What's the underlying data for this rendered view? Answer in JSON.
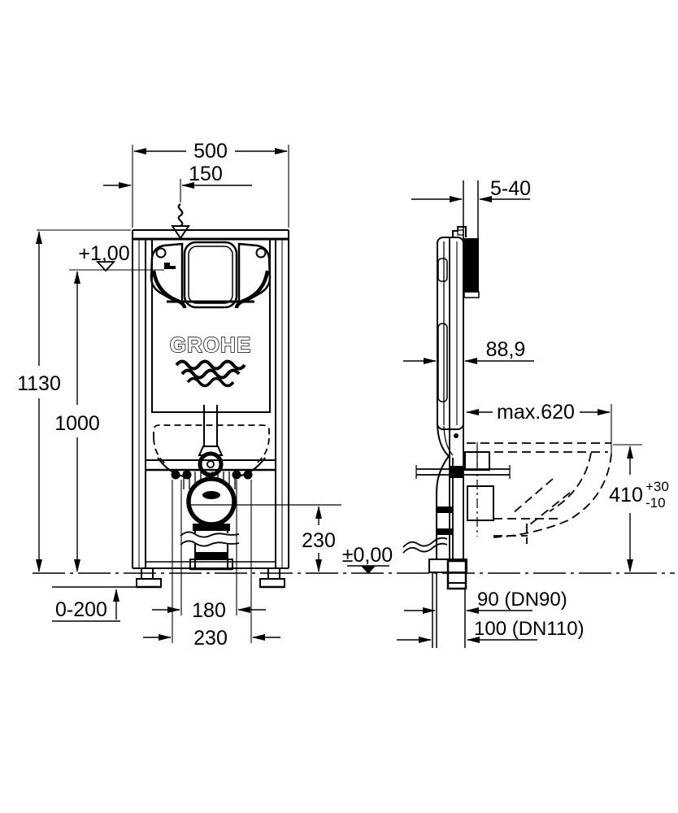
{
  "drawing": {
    "brand_logo": "GROHE",
    "colors": {
      "line": "#000000",
      "background": "#ffffff"
    },
    "front_view": {
      "dim_width": "500",
      "dim_inlet_offset": "150",
      "dim_total_height": "1130",
      "dim_panel_height": "1000",
      "level_upper": "+1,00",
      "dim_foot_adjust": "0-200",
      "dim_fixing_inner": "180",
      "dim_fixing_outer": "230",
      "dim_outlet_height": "230"
    },
    "side_view": {
      "dim_wall_thickness": "5-40",
      "dim_frame_depth": "88,9",
      "dim_max_depth": "max.620",
      "dim_bowl_height": "410",
      "dim_bowl_height_tol_plus": "+30",
      "dim_bowl_height_tol_minus": "-10",
      "level_floor": "±0,00",
      "dim_outlet_90": "90 (DN90)",
      "dim_outlet_100": "100 (DN110)"
    }
  }
}
